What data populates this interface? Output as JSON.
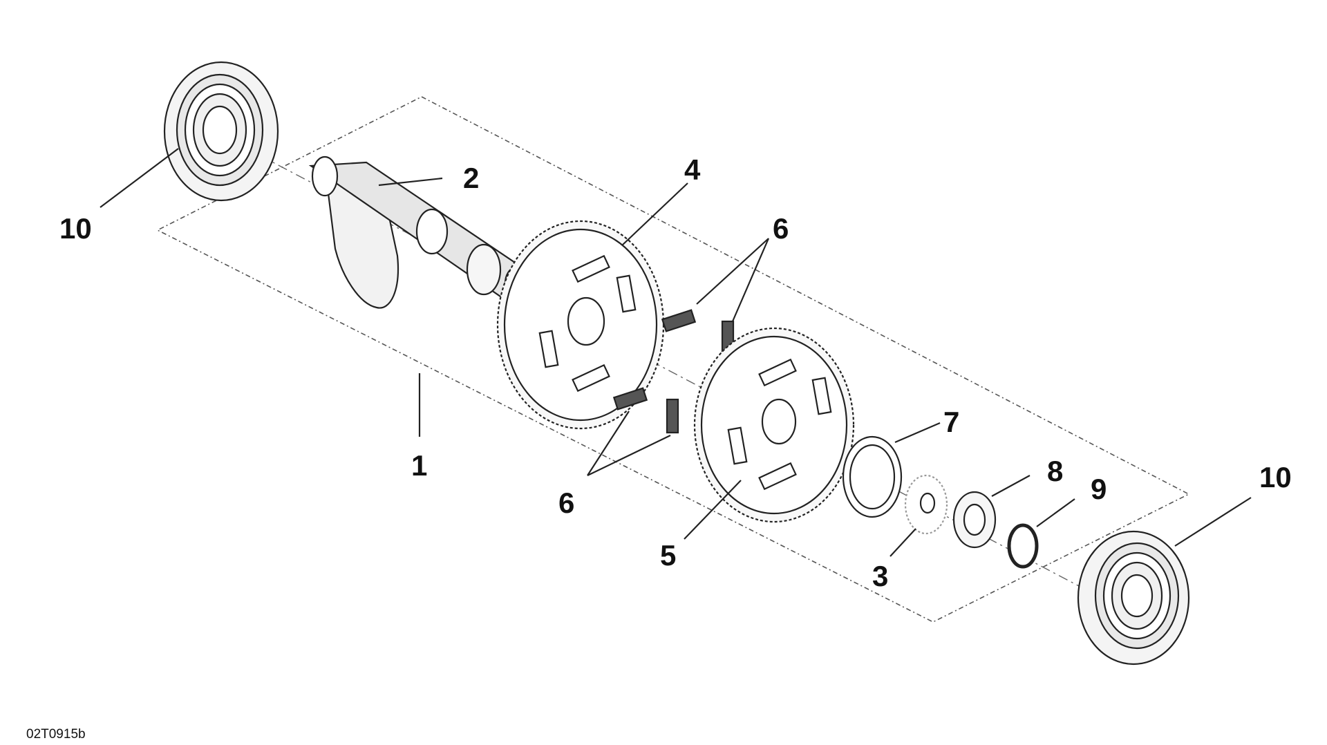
{
  "figure": {
    "reference_code": "02T0915b"
  },
  "callouts": {
    "shaft": "1",
    "camshaft": "2",
    "washer": "3",
    "gear_upper": "4",
    "gear_lower": "5",
    "pins": "6",
    "shim": "7",
    "spacer": "8",
    "circlip": "9",
    "bearing": "10"
  },
  "colors": {
    "line": "#222222",
    "background": "#ffffff"
  }
}
